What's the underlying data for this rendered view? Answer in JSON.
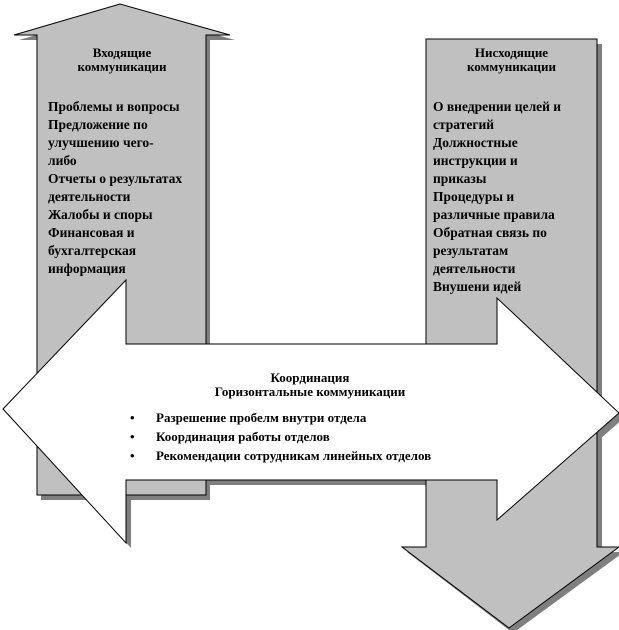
{
  "incoming": {
    "title_line1": "Входящие",
    "title_line2": "коммуникации",
    "items": [
      "Проблемы и вопросы",
      "Предложение по",
      "улучшению  чего-",
      "либо",
      "Отчеты о результатах",
      "деятельности",
      "Жалобы и споры",
      "Финансовая и",
      "бухгалтерская",
      "информация"
    ]
  },
  "outgoing": {
    "title_line1": "Нисходящие",
    "title_line2": "коммуникации",
    "items": [
      "О внедрении целей и",
      "стратегий",
      "Должностные",
      "инструкции и",
      "приказы",
      "Процедуры и",
      "различные правила",
      "Обратная связь по",
      "результатам",
      "деятельности",
      "Внушени   идей"
    ]
  },
  "horizontal": {
    "title_line1": "Координация",
    "title_line2": "Горизонтальные  коммуникации",
    "bullets": [
      "Разрешение пробелм внутри отдела",
      "Координация работы отделов",
      "Рекомендации сотрудникам линейных отделов"
    ]
  },
  "colors": {
    "vertical_fill": "#c0c0c0",
    "horizontal_fill": "#ffffff",
    "stroke": "#000000",
    "shadow": "#7f7f7f"
  }
}
